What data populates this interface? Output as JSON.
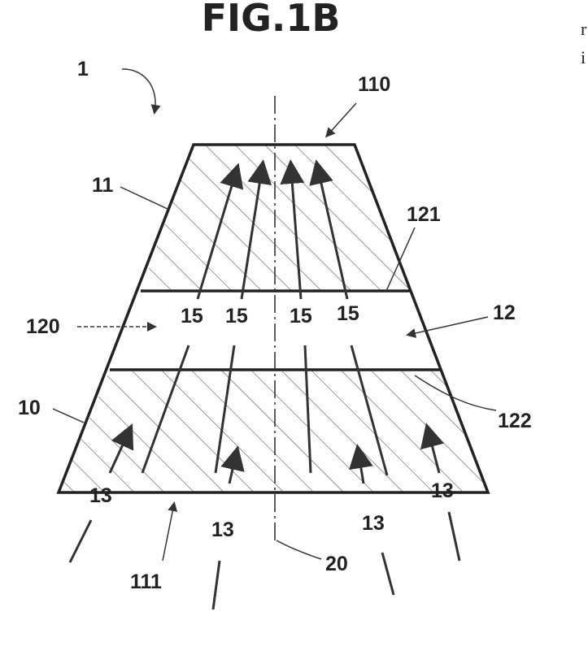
{
  "figure": {
    "title": "FIG.1B",
    "edge_text": [
      "r",
      "i"
    ]
  },
  "labels": {
    "device": "1",
    "top_face": "110",
    "upper_layer": "11",
    "upper_interface": "121",
    "middle_zone": "120",
    "middle_layer": "12",
    "lower_layer": "10",
    "lower_interface": "122",
    "bottom_face": "111",
    "axis": "20",
    "inner_flow": "15",
    "incoming": "13"
  }
}
